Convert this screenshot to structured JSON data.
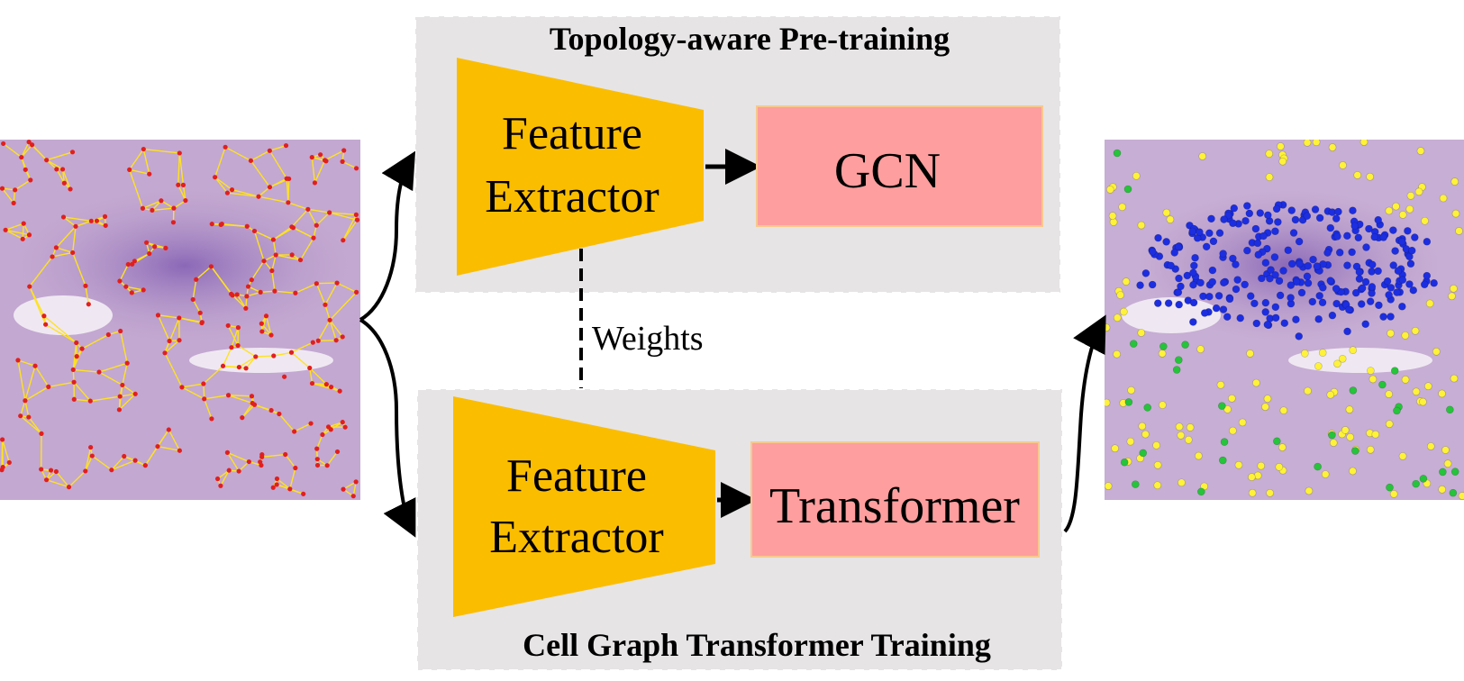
{
  "top_panel": {
    "title": "Topology-aware Pre-training"
  },
  "bottom_panel": {
    "title": "Cell Graph Transformer Training"
  },
  "top_extractor": {
    "line1": "Feature",
    "line2": "Extractor"
  },
  "bottom_extractor": {
    "line1": "Feature",
    "line2": "Extractor"
  },
  "gcn": {
    "label": "GCN"
  },
  "transformer": {
    "label": "Transformer"
  },
  "weights": {
    "label": "Weights"
  },
  "colors": {
    "panel_bg": "#e6e4e5",
    "panel_border": "#ffffff",
    "extractor": "#fbbd00",
    "module": "#fe9e9e",
    "module_border": "#f7c98e",
    "tissue": "#b89ac8",
    "tissue_dark": "#6a4d9a",
    "edge": "#ffe21f",
    "node": "#e11f1f",
    "cell_blue": "#1c2ee0",
    "cell_yellow": "#fff23a",
    "cell_green": "#25c43a"
  }
}
